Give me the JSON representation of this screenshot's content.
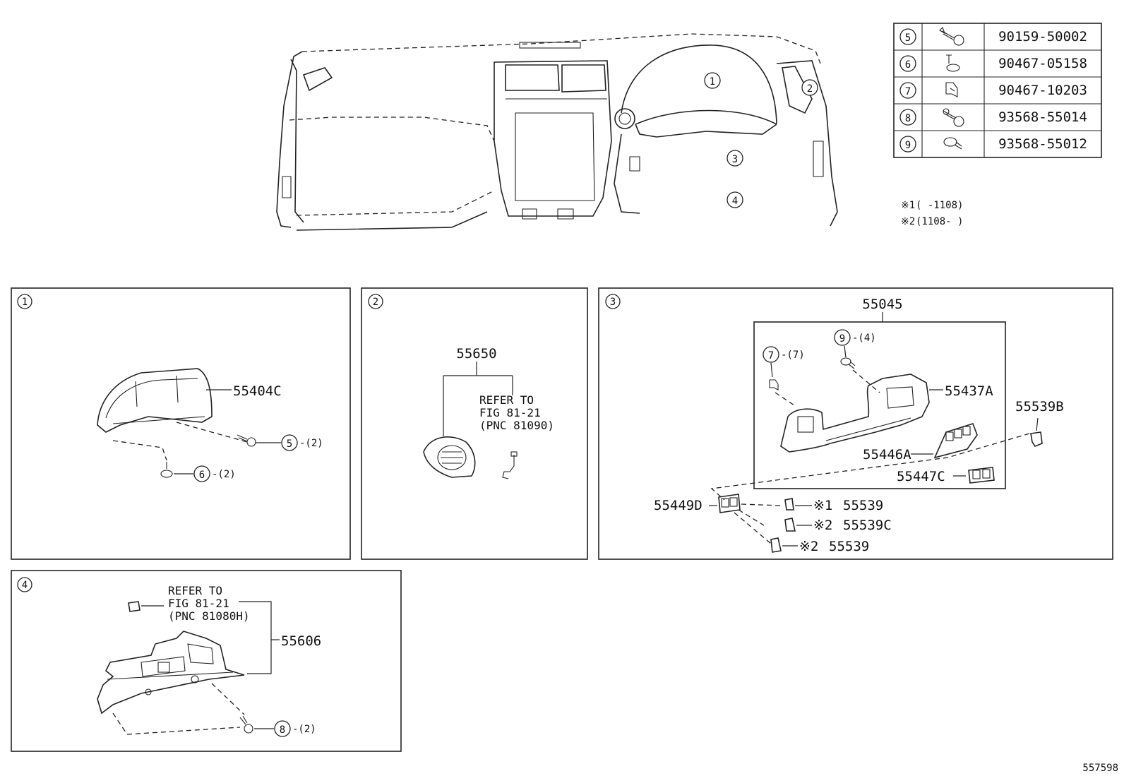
{
  "figure_id": "557598",
  "parts_table": [
    {
      "ref": "5",
      "part_no": "90159-50002"
    },
    {
      "ref": "6",
      "part_no": "90467-05158"
    },
    {
      "ref": "7",
      "part_no": "90467-10203"
    },
    {
      "ref": "8",
      "part_no": "93568-55014"
    },
    {
      "ref": "9",
      "part_no": "93568-55012"
    }
  ],
  "notes": [
    {
      "mark": "※1",
      "text": "(      -1108)"
    },
    {
      "mark": "※2",
      "text": "(1108-      )"
    }
  ],
  "overview": {
    "callouts": [
      "1",
      "2",
      "3",
      "4"
    ]
  },
  "panel1": {
    "number": "1",
    "part": "55404C",
    "fastener_a": {
      "ref": "5",
      "qty": "-(2)"
    },
    "fastener_b": {
      "ref": "6",
      "qty": "-(2)"
    }
  },
  "panel2": {
    "number": "2",
    "part": "55650",
    "refer_lines": [
      "REFER TO",
      "FIG 81-21",
      "(PNC 81090)"
    ]
  },
  "panel3": {
    "number": "3",
    "assembly": "55045",
    "fastener_9": {
      "ref": "9",
      "qty": "-(4)"
    },
    "fastener_7": {
      "ref": "7",
      "qty": "-(7)"
    },
    "parts": {
      "p55437A": "55437A",
      "p55539B": "55539B",
      "p55446A": "55446A",
      "p55447C": "55447C",
      "p55449D": "55449D",
      "p55539_1": "55539",
      "p55539C": "55539C",
      "p55539_2": "55539"
    },
    "marks": {
      "m1": "※1",
      "m2": "※2",
      "m3": "※2"
    }
  },
  "panel4": {
    "number": "4",
    "part": "55606",
    "refer_lines": [
      "REFER TO",
      "FIG 81-21",
      "(PNC 81080H)"
    ],
    "fastener_8": {
      "ref": "8",
      "qty": "-(2)"
    }
  }
}
